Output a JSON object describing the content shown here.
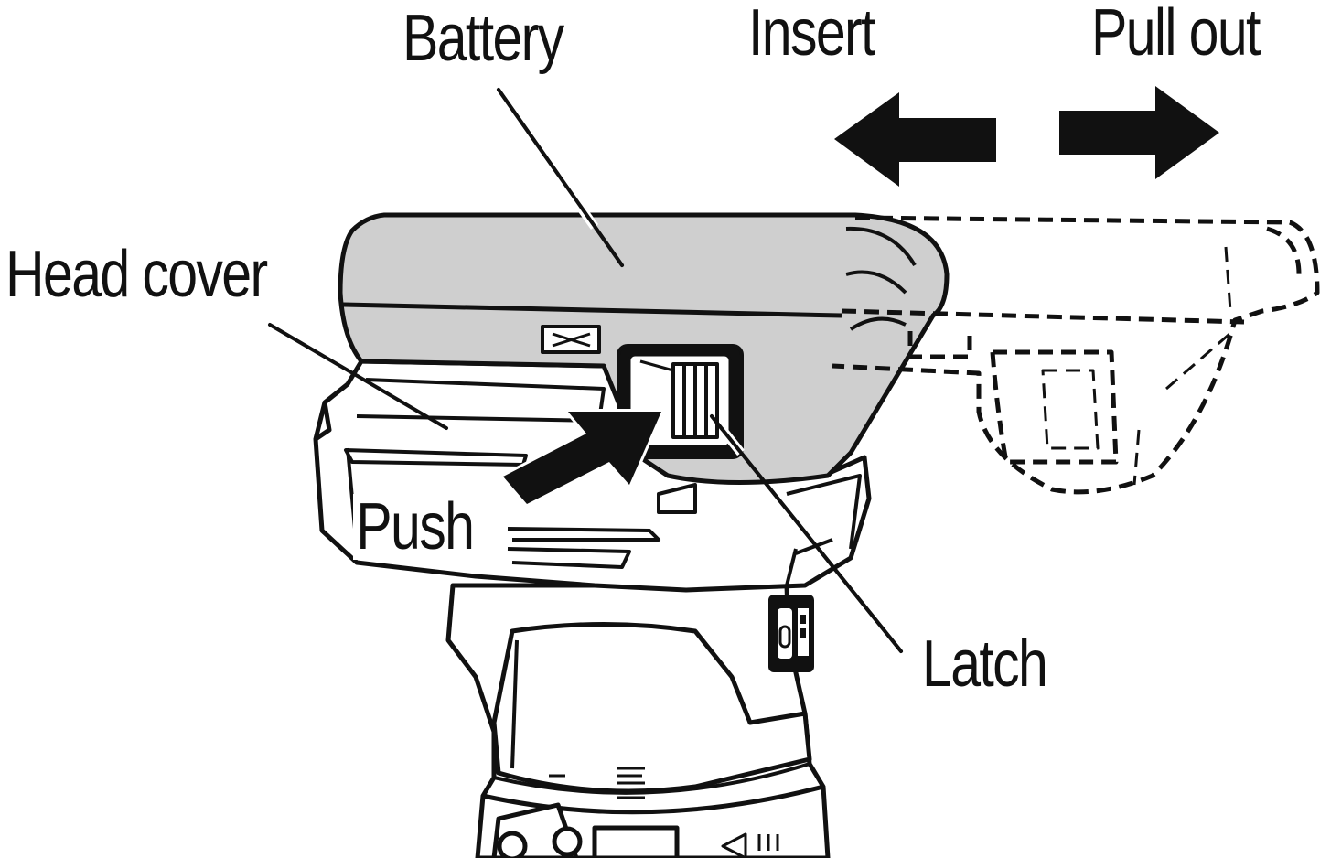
{
  "labels": {
    "battery": "Battery",
    "insert": "Insert",
    "pull_out": "Pull out",
    "head_cover": "Head cover",
    "push": "Push",
    "latch": "Latch"
  },
  "colors": {
    "ink": "#111111",
    "battery_fill": "#cfcfcf",
    "background": "#ffffff"
  },
  "icons": {
    "insert_arrow": "arrow-left-icon",
    "pull_out_arrow": "arrow-right-icon",
    "push_arrow": "arrow-diagonal-icon",
    "power_button": "power-icon",
    "battery_indicator": "battery-level-icon"
  }
}
